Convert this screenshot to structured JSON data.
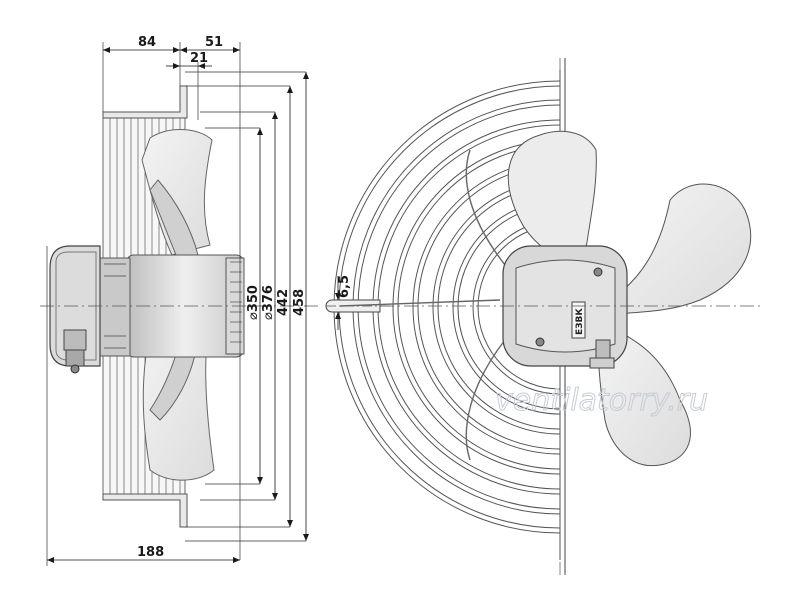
{
  "drawing": {
    "top_dims": {
      "overall_left": "84",
      "right_part": "51",
      "inner": "21"
    },
    "bottom_dim": "188",
    "dia_350": "350",
    "dia_376": "376",
    "dim_442": "442",
    "dim_458": "458",
    "dia_symbol": "⌀",
    "slot_width": "6,5",
    "logo_text": "ЕЗВК",
    "watermark": "ventilatorry.ru"
  }
}
